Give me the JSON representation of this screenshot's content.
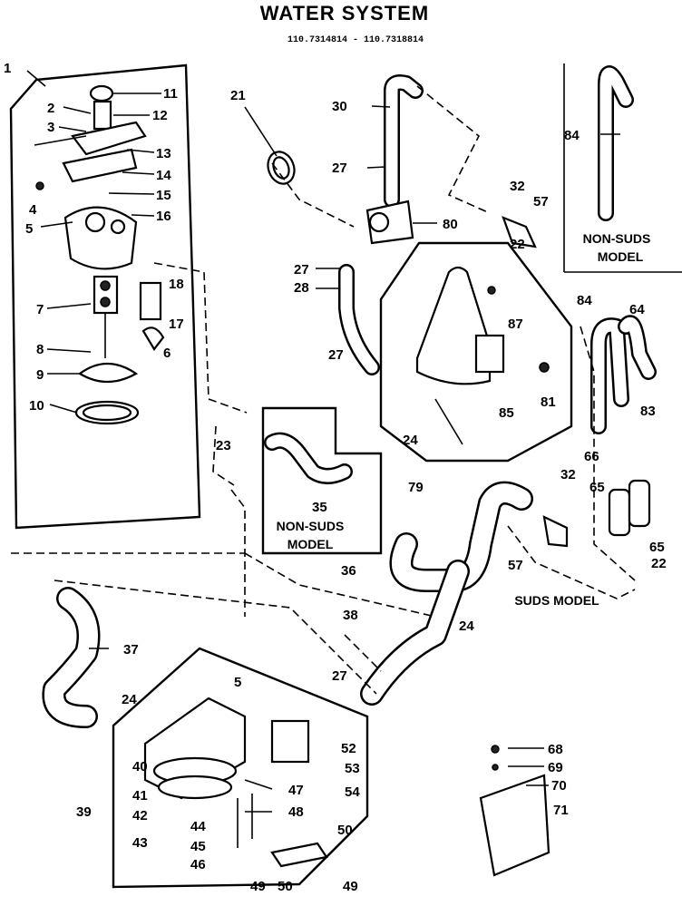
{
  "title": "WATER SYSTEM",
  "subtitle": "110.7314814 - 110.7318814",
  "labels": {
    "non_suds_1": "NON-SUDS",
    "model_1": "MODEL",
    "non_suds_2": "NON-SUDS",
    "model_2": "MODEL",
    "suds_model": "SUDS MODEL"
  },
  "callouts": {
    "c1": "1",
    "c2": "2",
    "c3": "3",
    "c4": "4",
    "c5": "5",
    "c5b": "5",
    "c6": "6",
    "c7": "7",
    "c8": "8",
    "c9": "9",
    "c10": "10",
    "c11": "11",
    "c12": "12",
    "c13": "13",
    "c14": "14",
    "c15": "15",
    "c16": "16",
    "c17": "17",
    "c18": "18",
    "c21": "21",
    "c22a": "22",
    "c22b": "22",
    "c23": "23",
    "c24a": "24",
    "c24b": "24",
    "c24c": "24",
    "c27a": "27",
    "c27b": "27",
    "c27c": "27",
    "c27d": "27",
    "c28": "28",
    "c30": "30",
    "c32a": "32",
    "c32b": "32",
    "c35": "35",
    "c36": "36",
    "c37": "37",
    "c38": "38",
    "c39": "39",
    "c40": "40",
    "c41": "41",
    "c42": "42",
    "c43": "43",
    "c44": "44",
    "c45": "45",
    "c46": "46",
    "c47": "47",
    "c48": "48",
    "c49a": "49",
    "c49b": "49",
    "c50a": "50",
    "c50b": "50",
    "c52": "52",
    "c53": "53",
    "c54": "54",
    "c57a": "57",
    "c57b": "57",
    "c64": "64",
    "c65a": "65",
    "c65b": "65",
    "c66": "66",
    "c68": "68",
    "c69": "69",
    "c70": "70",
    "c71": "71",
    "c79": "79",
    "c80": "80",
    "c81": "81",
    "c83": "83",
    "c84a": "84",
    "c84b": "84",
    "c85": "85",
    "c87": "87"
  }
}
